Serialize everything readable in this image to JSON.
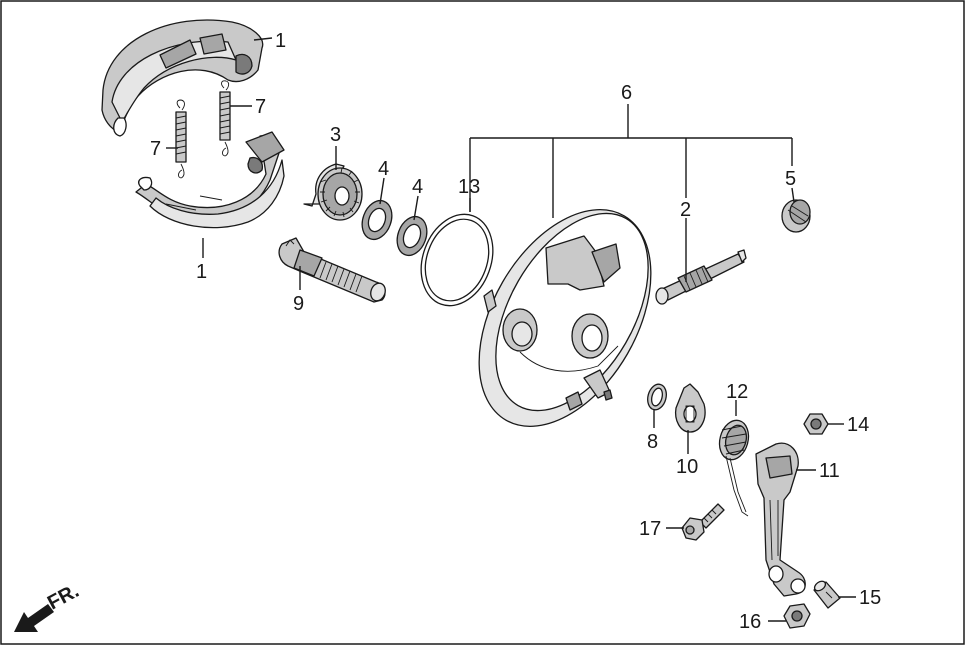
{
  "diagram": {
    "callouts": [
      "1",
      "1",
      "2",
      "3",
      "4",
      "4",
      "5",
      "6",
      "7",
      "7",
      "8",
      "9",
      "10",
      "11",
      "12",
      "13",
      "14",
      "15",
      "16",
      "17"
    ],
    "direction_label": "FR."
  }
}
